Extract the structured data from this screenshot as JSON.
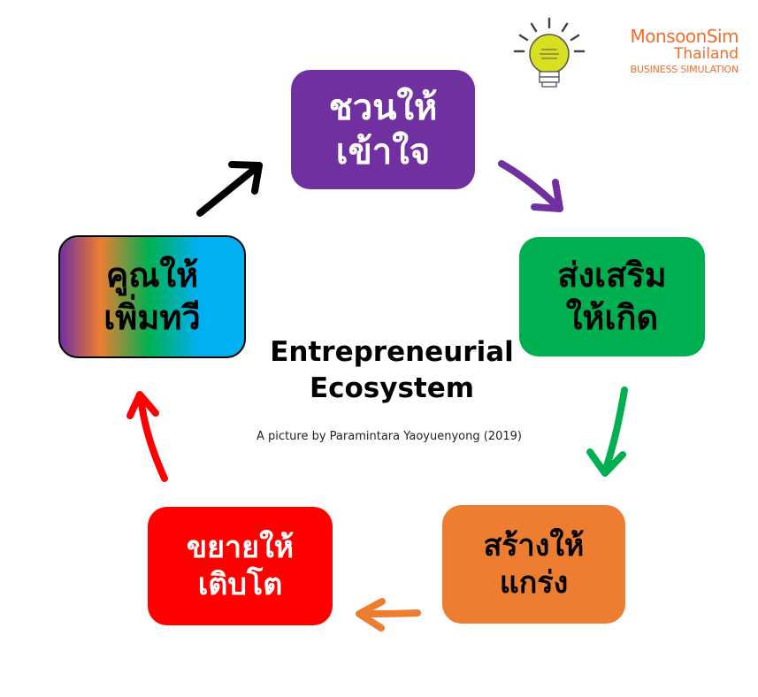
{
  "logo": {
    "brand_name": "MonsoonSim",
    "country": "Thailand",
    "tagline": "BUSINESS SIMULATION",
    "icon": "lightbulb-icon",
    "colors": {
      "brand_orange": "#ef6f2e",
      "bulb_yellow": "#d9e021"
    }
  },
  "diagram": {
    "title_line1": "Entrepreneurial",
    "title_line2": "Ecosystem",
    "credit": "A picture by Paramintara Yaoyuenyong (2019)",
    "nodes": [
      {
        "id": "top",
        "line1": "ชวนให้",
        "line2": "เข้าใจ",
        "color": "#7030a0"
      },
      {
        "id": "right",
        "line1": "ส่งเสริม",
        "line2": "ให้เกิด",
        "color": "#00b050"
      },
      {
        "id": "bottom-right",
        "line1": "สร้างให้",
        "line2": "แกร่ง",
        "color": "#ed7d31"
      },
      {
        "id": "bottom-left",
        "line1": "ขยายให้",
        "line2": "เติบโต",
        "color": "#ff0000"
      },
      {
        "id": "left",
        "line1": "คูณให้",
        "line2": "เพิ่มทวี",
        "color": "gradient"
      }
    ],
    "arrow_colors": {
      "top_to_right": "#7030a0",
      "right_to_bottom_right": "#00b050",
      "bottom_right_to_bottom_left": "#ed7d31",
      "bottom_left_to_left": "#ff0000",
      "left_to_top": "#000000"
    }
  }
}
